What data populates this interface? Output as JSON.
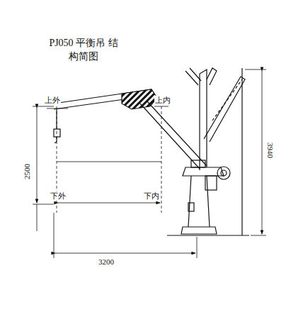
{
  "diagram": {
    "title": "PJ050 平衡吊 结构简图",
    "labels": [
      "上外",
      "上内",
      "下外",
      "下内",
      "2500",
      "3200",
      "3940"
    ]
  }
}
